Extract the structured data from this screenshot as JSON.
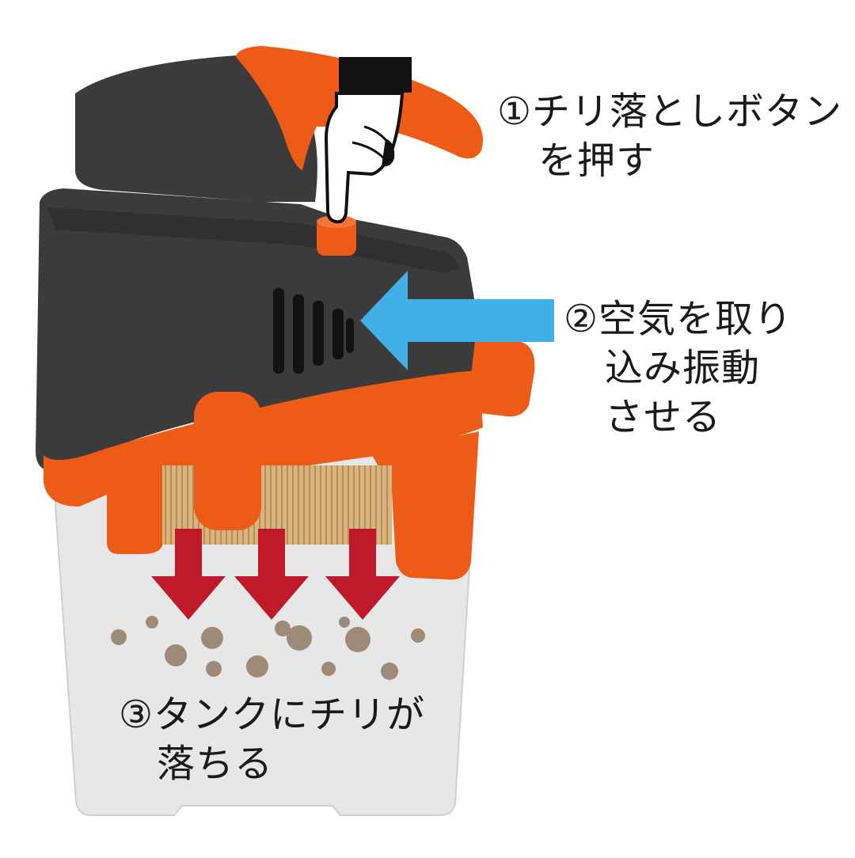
{
  "captions": {
    "step1": {
      "line1": "①チリ落としボタン",
      "line2": "を押す"
    },
    "step2": {
      "line1": "②空気を取り",
      "line2": "込み振動",
      "line3": "させる"
    },
    "step3": {
      "line1": "③タンクにチリが",
      "line2": "落ちる"
    }
  },
  "colors": {
    "body_dark": "#3b3b3b",
    "accent_orange": "#ee5b16",
    "tank_gray": "#e6e6e6",
    "filter_tan": "#d8b47e",
    "air_arrow_blue": "#3fb1e6",
    "down_arrow_red": "#c01a2a",
    "dust_brown": "#9e8a78"
  },
  "icons": [
    "pointing-hand-icon",
    "air-intake-arrow-icon",
    "down-arrow-icon",
    "dust-particle-icon",
    "vent-grille-icon"
  ]
}
